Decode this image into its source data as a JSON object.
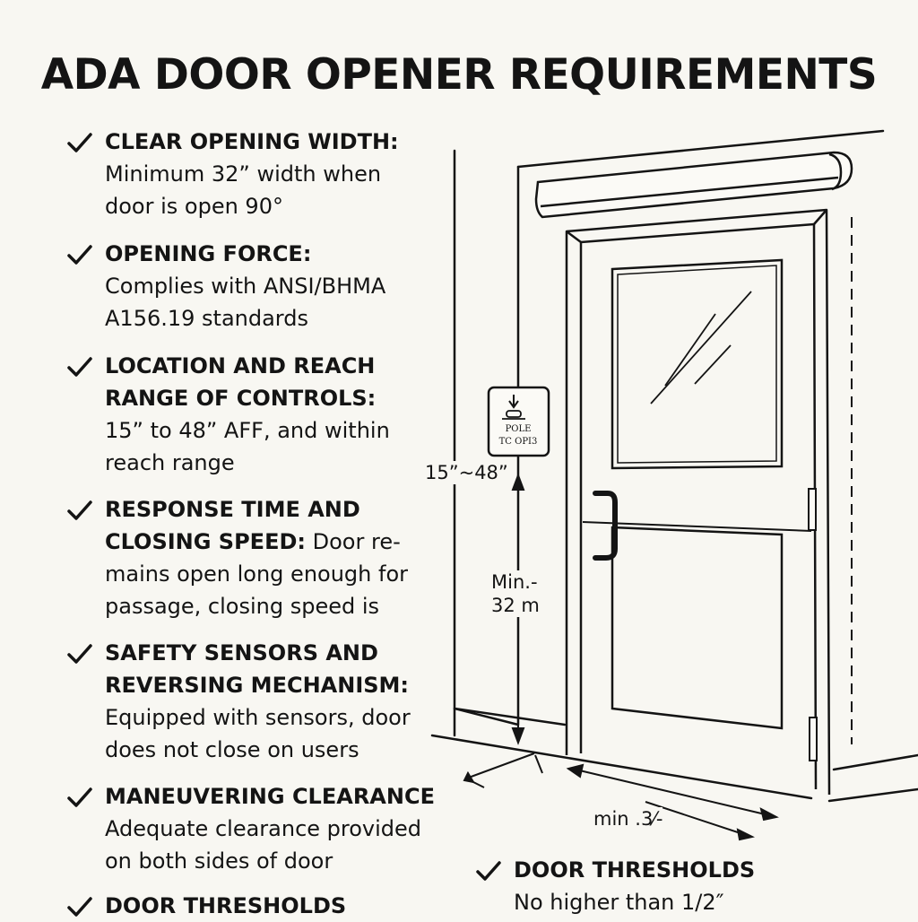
{
  "title": "ADA DOOR OPENER REQUIREMENTS",
  "requirements": [
    {
      "heading": "CLEAR OPENING WIDTH:",
      "detail": "Minimum 32” width when door is open 90°"
    },
    {
      "heading": "OPENING FORCE:",
      "detail": "Complies with ANSI/BHMA A156.19 standards"
    },
    {
      "heading": "LOCATION AND REACH RANGE OF CONTROLS:",
      "detail": "15” to 48” AFF, and within reach range"
    },
    {
      "heading": "RESPONSE TIME AND CLOSING SPEED:",
      "detail": "Door re-mains open long enough for passage, closing speed is"
    },
    {
      "heading": "SAFETY SENSORS AND REVERSING MECHANISM:",
      "detail": "Equipped with sensors, door does not close on users"
    },
    {
      "heading": "MANEUVERING CLEARANCE",
      "detail": "Adequate clearance provided on both sides of door"
    },
    {
      "heading": "DOOR THRESHOLDS",
      "detail": ""
    }
  ],
  "diagram": {
    "height_label": "15”~48”",
    "min_label_1": "Min.-",
    "min_label_2": "32 m",
    "floor_label": "min .3⁄-",
    "panel_line_1": "POLE",
    "panel_line_2": "TC OPI3"
  },
  "bottom_callout": {
    "heading": "DOOR THRESHOLDS",
    "detail": "No higher than 1/2″"
  },
  "icons": {
    "check": "check-icon",
    "push_button": "push-button-icon"
  }
}
